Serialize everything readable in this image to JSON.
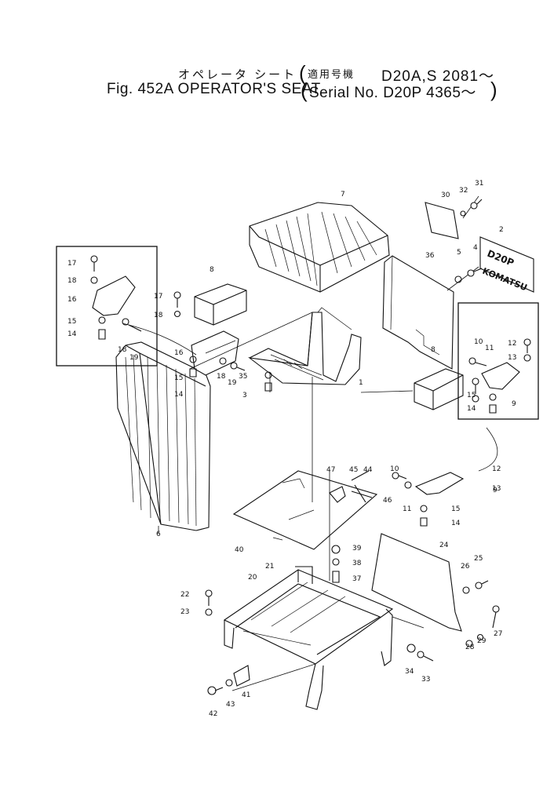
{
  "title": {
    "jp_line": "オペレータ シート",
    "jp_serial_label": "適用号機",
    "jp_models": "D20A,S 2081～",
    "en_line": "Fig. 452A OPERATOR'S SEAT",
    "serial_line": "Serial No. D20P 4365～",
    "paren_open": "(",
    "paren_close": ")"
  },
  "decal_text": [
    "D20P",
    "KOMATSU"
  ],
  "part_numbers": [
    "1",
    "2",
    "3",
    "4",
    "5",
    "6",
    "7",
    "8",
    "9",
    "10",
    "11",
    "12",
    "13",
    "14",
    "15",
    "16",
    "17",
    "18",
    "19",
    "20",
    "21",
    "22",
    "23",
    "24",
    "25",
    "26",
    "27",
    "28",
    "29",
    "30",
    "31",
    "32",
    "33",
    "34",
    "35",
    "36",
    "37",
    "38",
    "39",
    "40",
    "41",
    "42",
    "43",
    "44",
    "45",
    "46",
    "47"
  ]
}
